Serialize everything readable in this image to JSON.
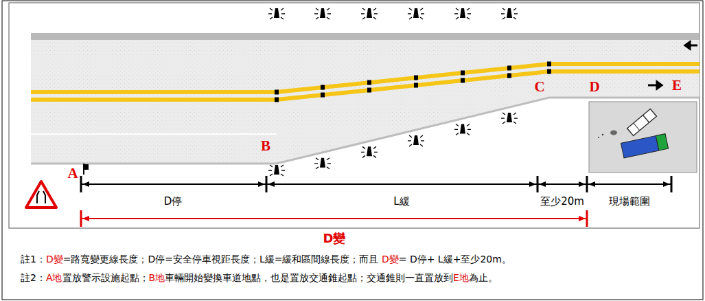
{
  "diagram": {
    "labels": [
      "A",
      "B",
      "C",
      "D",
      "E",
      "D停",
      "L緩",
      "至少20m",
      "現場範圍",
      "D變",
      "註1：",
      "D變",
      "=路寬變更線長度；D停=安全停車視距長度；L緩=緩和區間線長度；而且 ",
      "D變",
      "= D停+ L緩+至少20m。",
      "註2：",
      "A地",
      "置放警示設施起點；",
      "B地",
      "車輛開始變換車道地點，也是置放交通錐起點；交通錐則一直置放到",
      "E地",
      "為止。"
    ]
  }
}
